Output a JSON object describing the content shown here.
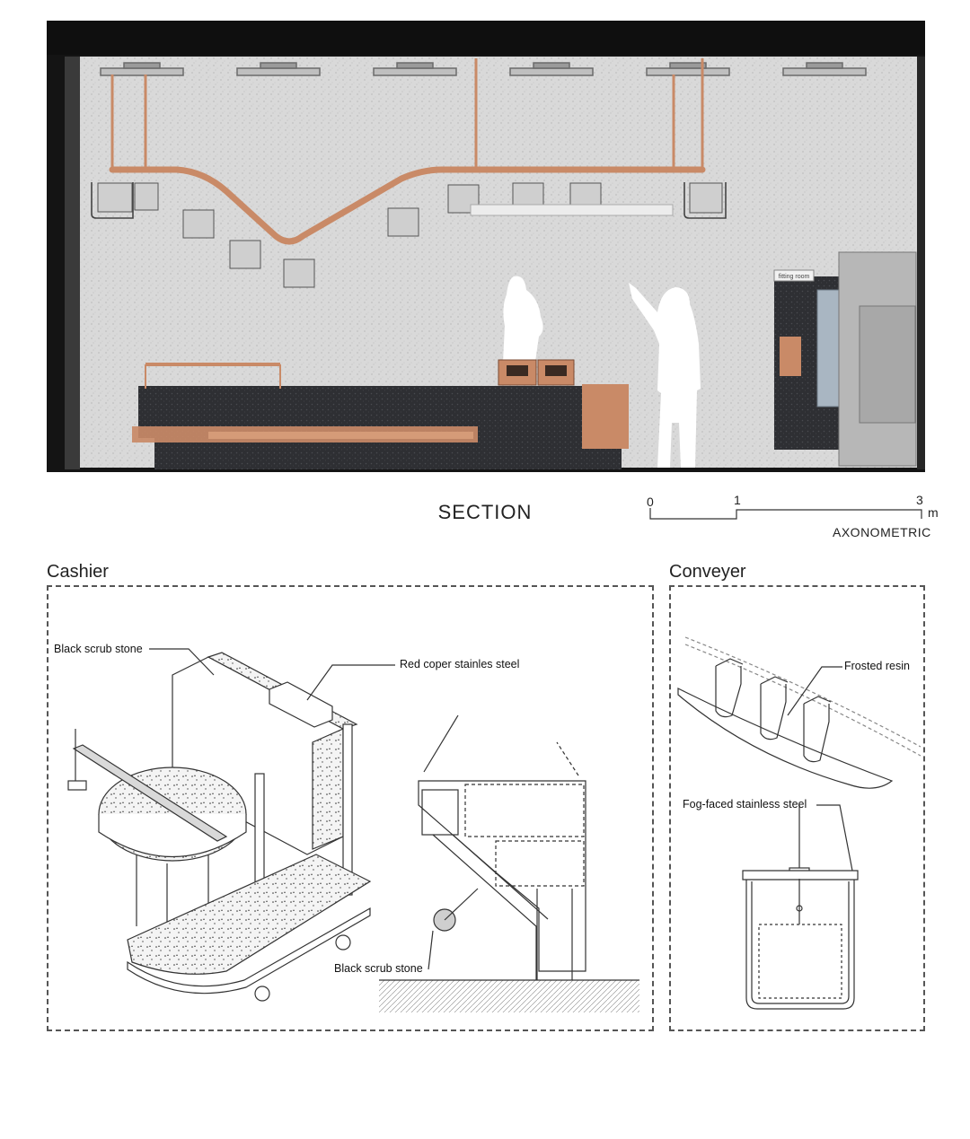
{
  "section": {
    "fitting_sign": "fitting room",
    "title": "SECTION"
  },
  "scale": {
    "tick_0": "0",
    "tick_1": "1",
    "tick_3": "3",
    "unit": "m",
    "label": "AXONOMETRIC"
  },
  "cashier": {
    "heading": "Cashier",
    "callout_black_scrub_stone_top": "Black scrub stone",
    "callout_red_copper": "Red coper stainles steel",
    "callout_black_scrub_stone_bottom": "Black scrub stone"
  },
  "conveyer": {
    "heading": "Conveyer",
    "callout_frosted_resin": "Frosted resin",
    "callout_fog_faced": "Fog-faced stainless steel"
  },
  "colors": {
    "copper": "#c98a67",
    "stone_dark": "#2e2f33",
    "wall": "#d7d7d7",
    "frame": "#141414"
  }
}
